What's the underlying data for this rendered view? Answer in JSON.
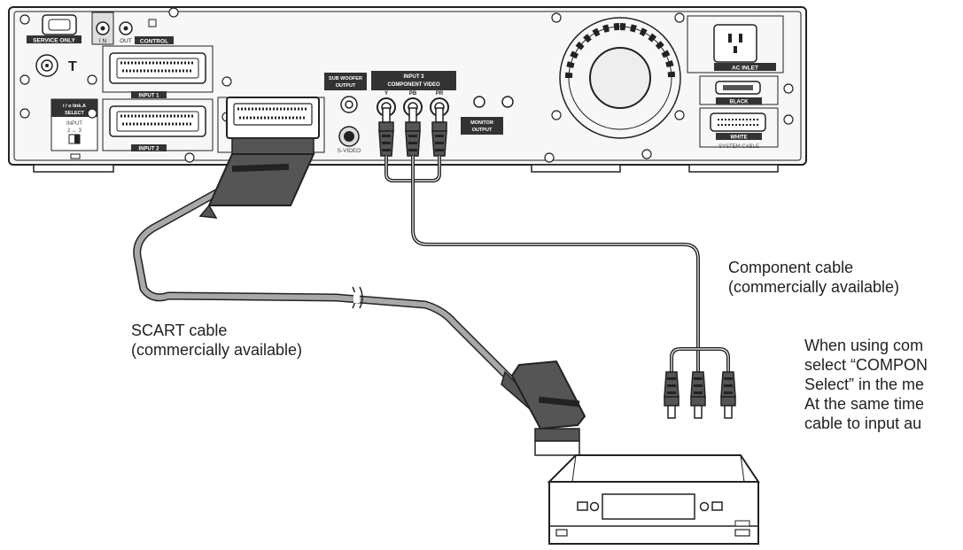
{
  "panel": {
    "service_only": "SERVICE ONLY",
    "in": "I N",
    "out": "OUT",
    "control": "CONTROL",
    "input1": "INPUT 1",
    "input2": "INPUT 2",
    "ilink_line1": "i / o link.A",
    "ilink_line2": "SELECT",
    "ilink_input": "INPUT",
    "ilink_numbers": "2 ↔ 3",
    "sub_woofer_line1": "SUB WOOFER",
    "sub_woofer_line2": "OUTPUT",
    "s_video": "S-VIDEO",
    "input3": "INPUT 3",
    "component_video": "COMPONENT VIDEO",
    "y": "Y",
    "pb": "PB",
    "pr": "PR",
    "monitor_output_line1": "MONITOR",
    "monitor_output_line2": "OUTPUT",
    "ac_inlet": "AC INLET",
    "black": "BLACK",
    "white": "WHITE",
    "system_cable": "SYSTEM CABLE"
  },
  "captions": {
    "component_line1": "Component cable",
    "component_line2": "(commercially available)",
    "scart_line1": "SCART cable",
    "scart_line2": "(commercially available)",
    "note_line1": "When using com",
    "note_line2": "select “COMPON",
    "note_line3": "Select” in the me",
    "note_line4": "At the same time",
    "note_line5": "cable to input au"
  },
  "colors": {
    "line": "#222222",
    "panel_fill": "#f7f7f7",
    "label_fill": "#333333",
    "plug_fill": "#555555",
    "cable_fill": "#a8a8a8"
  }
}
